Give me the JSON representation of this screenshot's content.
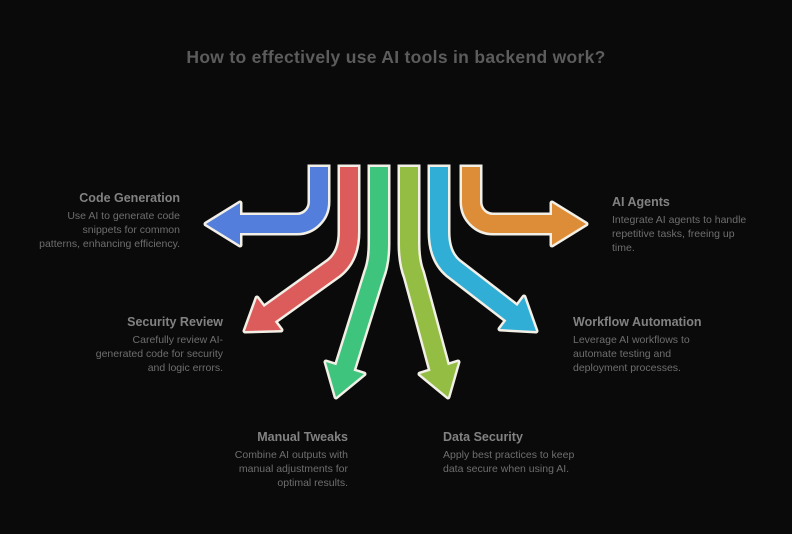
{
  "palette": {
    "background": "#0a0a0a",
    "arrow_outline": "#f2efe6",
    "title_color": "#5c5c5c",
    "heading_color": "#828282",
    "description_color": "#6e6e6e"
  },
  "title": "How to effectively use AI tools in backend work?",
  "branches": [
    {
      "id": "code-generation",
      "label": "Code Generation",
      "description": "Use AI to generate code\nsnippets for common\npatterns, enhancing efficiency.",
      "color": "#537edb",
      "arrow_direction": "left",
      "icon": "arrow-left"
    },
    {
      "id": "security-review",
      "label": "Security Review",
      "description": "Carefully review AI-\ngenerated code for security\nand logic errors.",
      "color": "#dc5c5c",
      "arrow_direction": "down-left",
      "icon": "arrow-down-left"
    },
    {
      "id": "manual-tweaks",
      "label": "Manual Tweaks",
      "description": "Combine AI outputs with\nmanual adjustments for\noptimal results.",
      "color": "#3ec47d",
      "arrow_direction": "down",
      "icon": "arrow-down"
    },
    {
      "id": "data-security",
      "label": "Data Security",
      "description": "Apply best practices to keep\ndata secure when using AI.",
      "color": "#93bd43",
      "arrow_direction": "down",
      "icon": "arrow-down"
    },
    {
      "id": "workflow-automation",
      "label": "Workflow Automation",
      "description": "Leverage AI workflows to\nautomate testing and\ndeployment processes.",
      "color": "#31aed6",
      "arrow_direction": "down-right",
      "icon": "arrow-down-right"
    },
    {
      "id": "ai-agents",
      "label": "AI Agents",
      "description": "Integrate AI agents to handle\nrepetitive tasks, freeing up\ntime.",
      "color": "#dd8c38",
      "arrow_direction": "right",
      "icon": "arrow-right"
    }
  ]
}
